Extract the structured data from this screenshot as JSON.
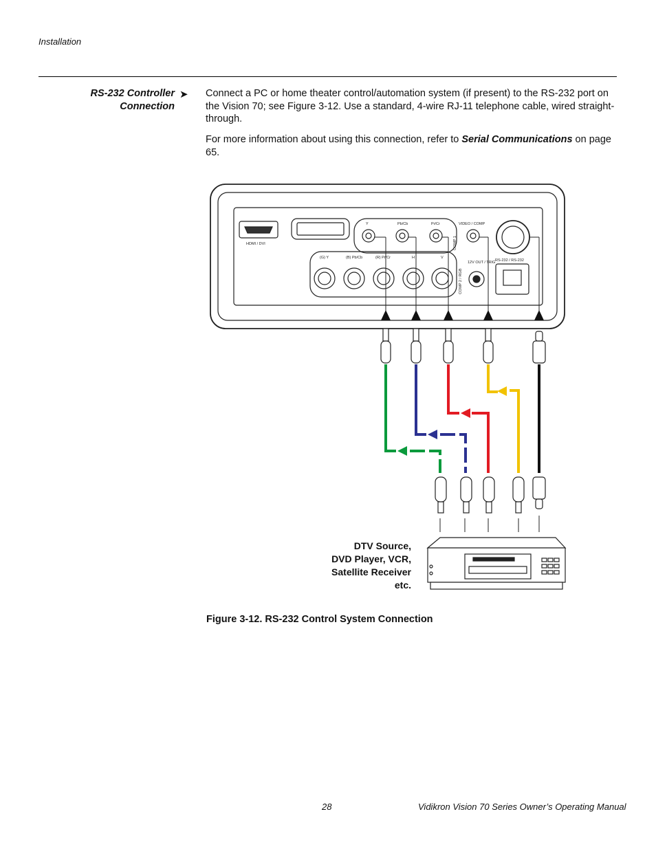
{
  "header": {
    "section": "Installation"
  },
  "section": {
    "title_line1": "RS-232 Controller",
    "title_line2": "Connection",
    "arrow": "➤",
    "para1": "Connect a PC or home theater control/automation system (if present) to the RS-232 port on the Vision 70; see Figure 3-12. Use a standard, 4-wire RJ-11 telephone cable, wired straight-through.",
    "para2_before": "For more information about using this connection, refer to ",
    "para2_link": "Serial Communications",
    "para2_after": " on page 65."
  },
  "figure": {
    "panel_labels": {
      "hdmi": "HDMI / DVI",
      "y": "Y",
      "pbcb": "Pb/Cb",
      "prcr": "Pr/Cr",
      "video": "VIDEO / COMP",
      "comp1": "COMP 1",
      "g_y": "(G) Y",
      "b_pb": "(B) Pb/Cb",
      "r_pr": "(R) Pr/Cr",
      "h": "H",
      "v": "V",
      "comp2": "COMP 2 / RGB",
      "trigger": "12V OUT / TRIG",
      "rs232": "RS-232 / RS-232"
    },
    "source_label": "DTV Source,\nDVD Player, VCR,\nSatellite Receiver\netc.",
    "colors": {
      "green": "#0a9a3c",
      "blue": "#2b3191",
      "red": "#e21b23",
      "yellow": "#f2c200",
      "black": "#111111"
    }
  },
  "caption": "Figure 3-12. RS-232 Control System Connection",
  "footer": {
    "page": "28",
    "title": "Vidikron Vision 70 Series Owner’s Operating Manual"
  }
}
